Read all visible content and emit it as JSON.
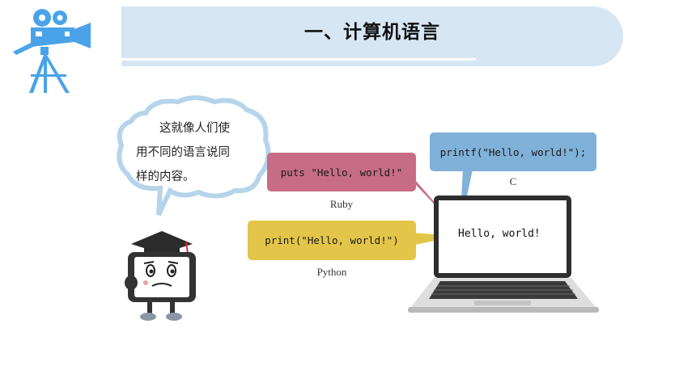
{
  "header": {
    "title": "一、计算机语言"
  },
  "speech": {
    "lines": [
      "　　这就像人们使",
      "用不同的语言说同",
      "样的内容。"
    ]
  },
  "bubbles": {
    "ruby": {
      "code": "puts \"Hello, world!\"",
      "label": "Ruby"
    },
    "python": {
      "code": "print(\"Hello, world!\")",
      "label": "Python"
    },
    "c": {
      "code": "printf(\"Hello, world!\");",
      "label": "C"
    }
  },
  "laptop": {
    "screen_text": "Hello, world!"
  },
  "icons": {
    "logo": "movie-camera-icon",
    "mascot": "tablet-mascot-graduation-cap"
  },
  "colors": {
    "banner": "#d6e6f3",
    "ruby": "#c76c85",
    "python": "#e3c649",
    "c": "#7fb1d9",
    "camera": "#4aa3e8"
  }
}
